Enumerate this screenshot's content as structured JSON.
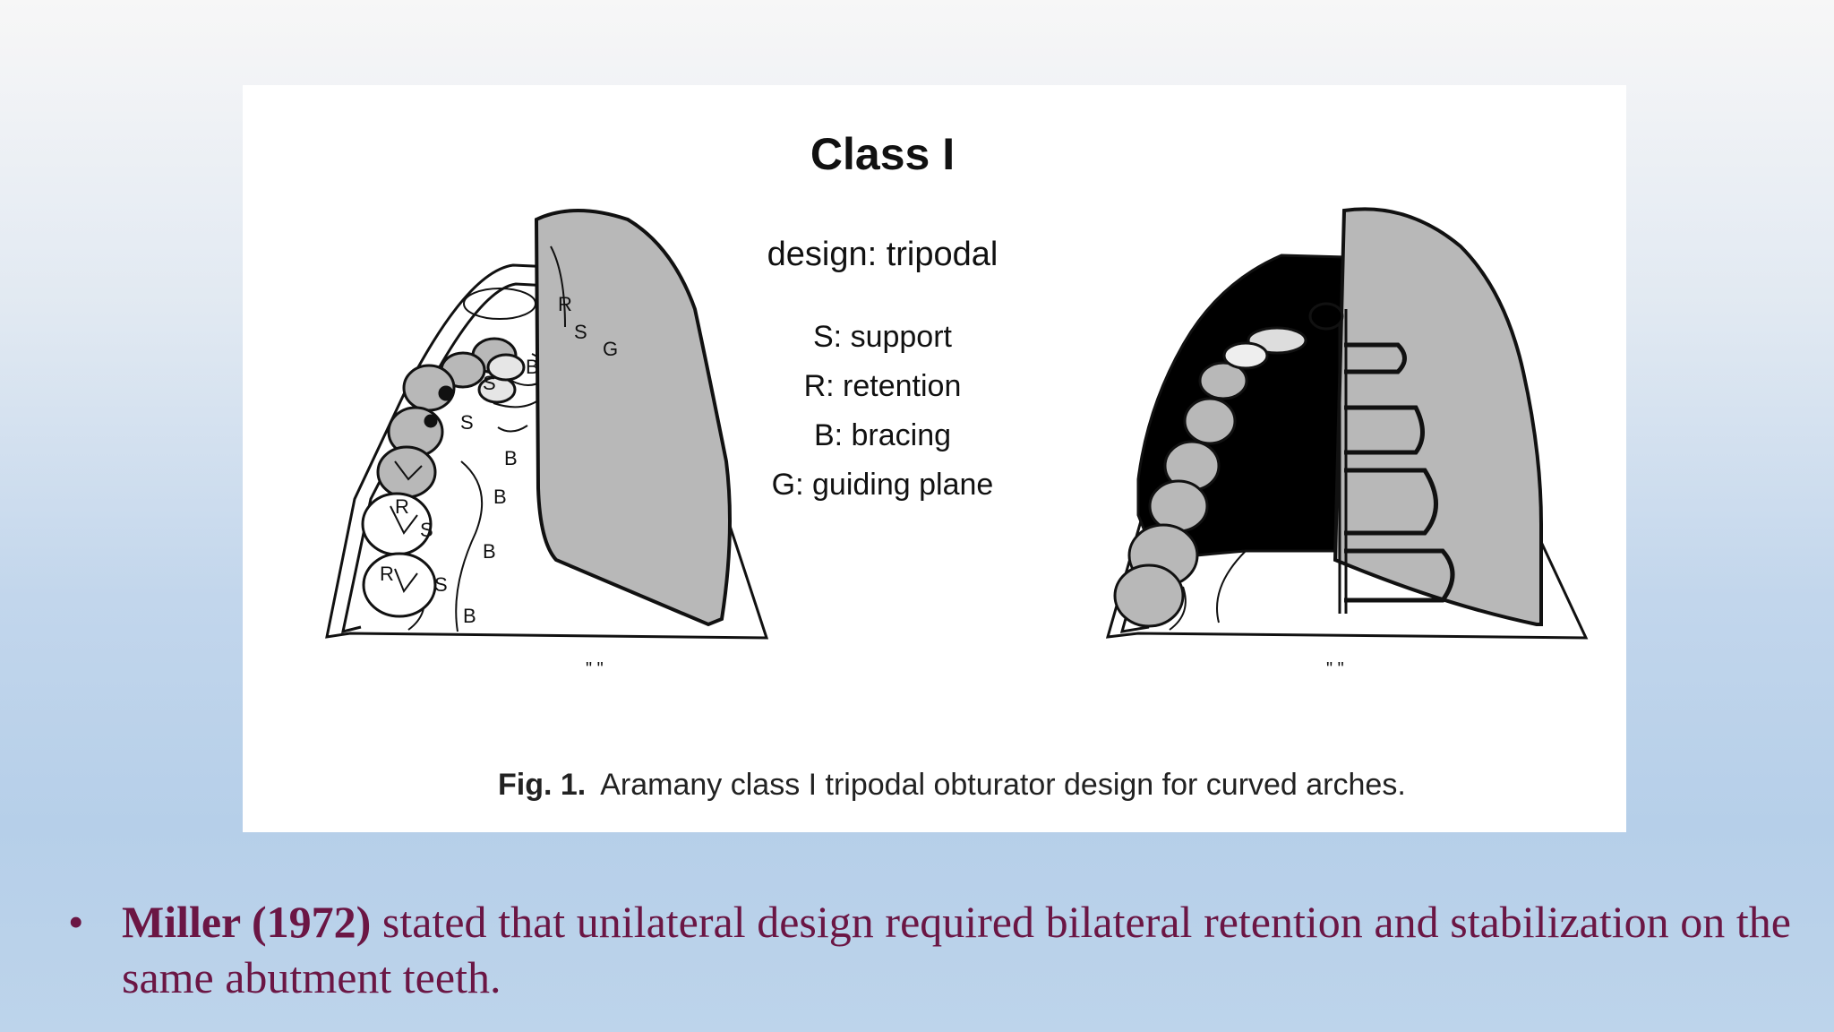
{
  "figure": {
    "title": "Class I",
    "design": "design: tripodal",
    "legend": [
      "S: support",
      "R: retention",
      "B: bracing",
      "G: guiding plane"
    ],
    "caption_label": "Fig. 1.",
    "caption_text": "Aramany class I tripodal obturator design for curved arches.",
    "left_labels": {
      "R": "R",
      "S": "S",
      "B": "B",
      "G": "G"
    }
  },
  "bullet": {
    "symbol": "•",
    "bold": "Miller (1972)",
    "text": " stated that unilateral design required bilateral retention and stabilization on the same abutment teeth."
  },
  "colors": {
    "bullet_text": "#6b1644",
    "obturator_gray": "#b8b8b8"
  }
}
